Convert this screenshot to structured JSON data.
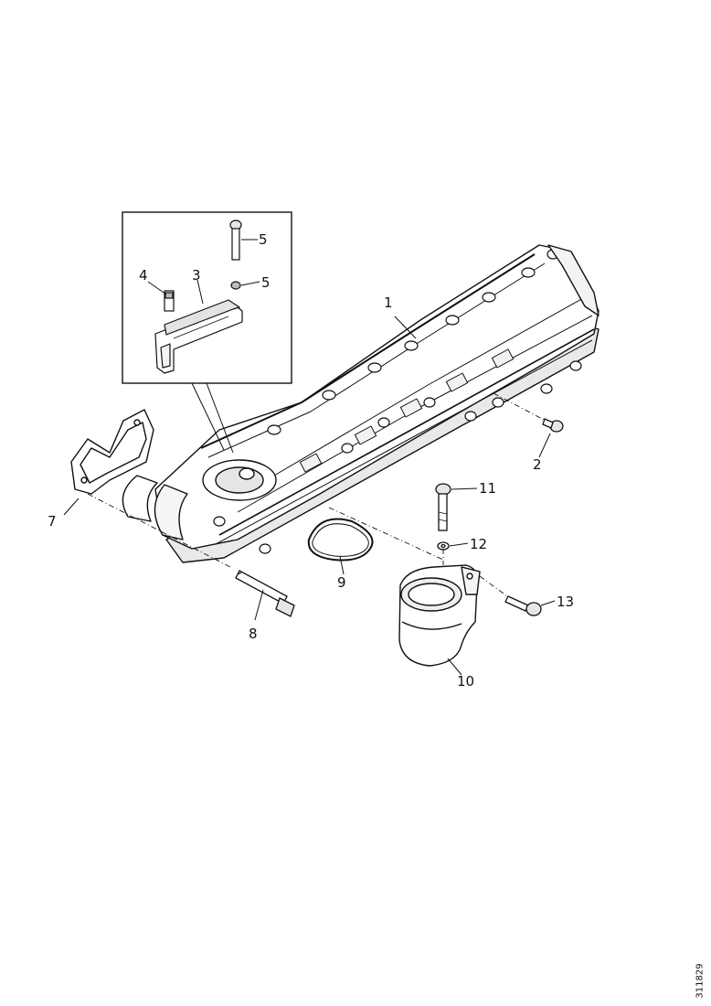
{
  "callouts": {
    "c1": "1",
    "c2": "2",
    "c3": "3",
    "c4": "4",
    "c5a": "5",
    "c5b": "5",
    "c7": "7",
    "c8": "8",
    "c9": "9",
    "c10": "10",
    "c11": "11",
    "c12": "12",
    "c13": "13"
  },
  "figure_id": "311829"
}
